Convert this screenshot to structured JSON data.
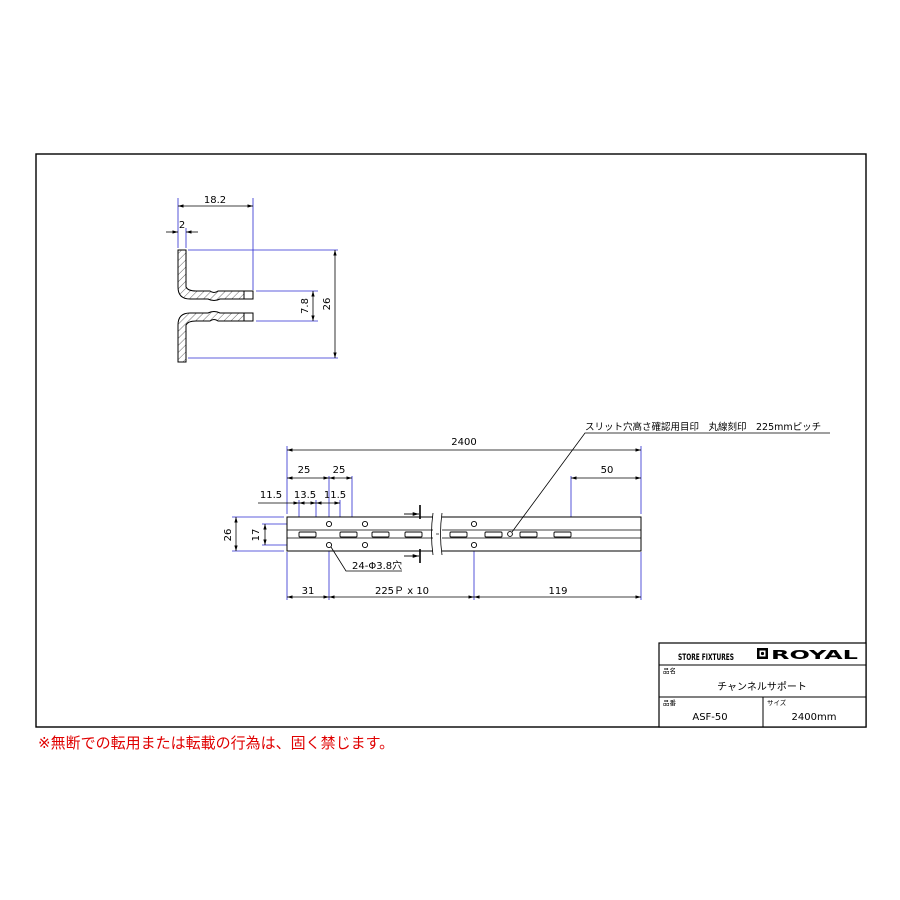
{
  "profile_dims": {
    "width_total": "18.2",
    "wall_thickness": "2",
    "slot_opening": "7.8",
    "height_total": "26"
  },
  "front_dims": {
    "total_length": "2400",
    "pitch_a": "25",
    "pitch_b": "25",
    "end_50": "50",
    "off_left": "11.5",
    "off_mid": "13.5",
    "off_right": "11.5",
    "height_total": "26",
    "height_inner": "17",
    "hole_spec": "24-Φ3.8穴",
    "start_31": "31",
    "pitch_run": "225Ｐ x 10",
    "end_119": "119",
    "marking_note": "スリット穴高さ確認用目印　丸線刻印　225mmピッチ"
  },
  "title_block": {
    "store_fixtures": "STORE FIXTURES",
    "brand": "ROYAL",
    "name_label": "品名",
    "name_value": "チャンネルサポート",
    "part_label": "品番",
    "part_value": "ASF-50",
    "size_label": "サイズ",
    "size_value": "2400mm"
  },
  "warning": "※無断での転用または転載の行為は、固く禁じます。"
}
